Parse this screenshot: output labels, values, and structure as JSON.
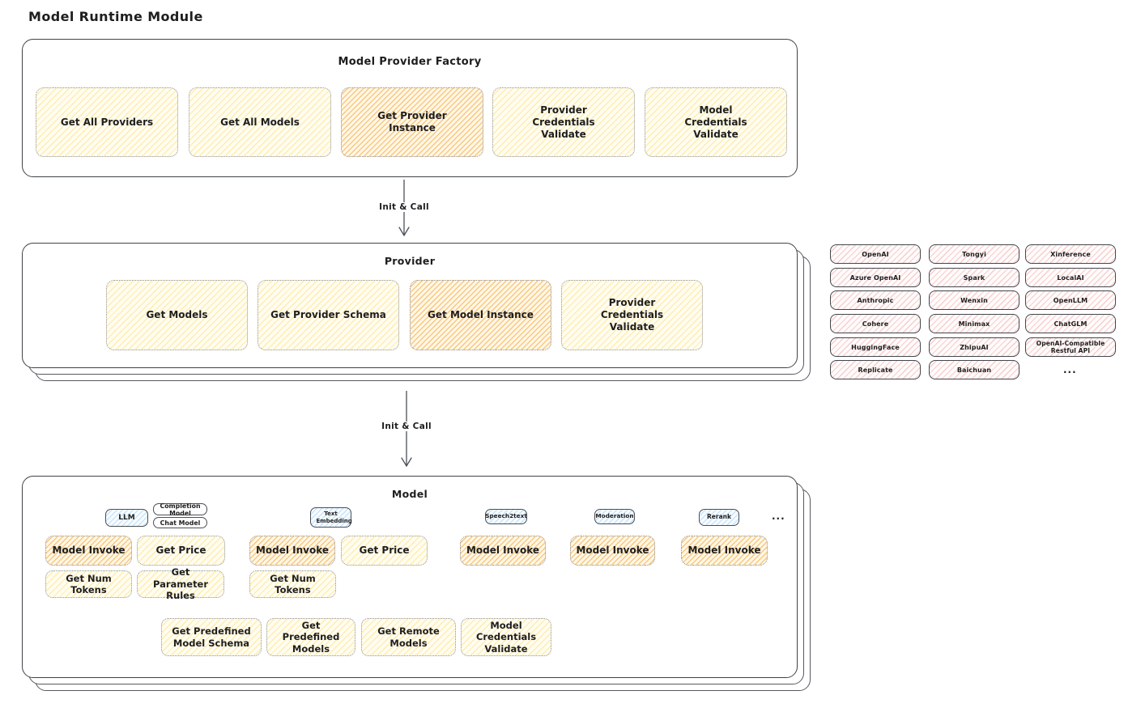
{
  "page_title": "Model Runtime Module",
  "factory": {
    "title": "Model Provider Factory",
    "methods": [
      {
        "label": "Get All Providers",
        "highlight": false
      },
      {
        "label": "Get All Models",
        "highlight": false
      },
      {
        "label": "Get Provider Instance",
        "highlight": true
      },
      {
        "label": "Provider Credentials Validate",
        "highlight": false
      },
      {
        "label": "Model Credentials Validate",
        "highlight": false
      }
    ]
  },
  "flow": {
    "arrow1_label": "Init & Call",
    "arrow2_label": "Init & Call"
  },
  "provider": {
    "title": "Provider",
    "methods": [
      {
        "label": "Get Models",
        "highlight": false
      },
      {
        "label": "Get Provider Schema",
        "highlight": false
      },
      {
        "label": "Get Model Instance",
        "highlight": true
      },
      {
        "label": "Provider Credentials Validate",
        "highlight": false
      }
    ]
  },
  "vendors": {
    "items": [
      "OpenAI",
      "Tongyi",
      "Xinference",
      "Azure OpenAI",
      "Spark",
      "LocalAI",
      "Anthropic",
      "Wenxin",
      "OpenLLM",
      "Cohere",
      "Minimax",
      "ChatGLM",
      "HuggingFace",
      "ZhipuAI",
      "OpenAI-Compatible Restful API",
      "Replicate",
      "Baichuan"
    ],
    "more": "..."
  },
  "model": {
    "title": "Model",
    "more": "...",
    "groups": [
      {
        "type": "LLM",
        "subtype1": "Completion Model",
        "subtype2": "Chat Model",
        "invoke": "Model Invoke",
        "get_price": "Get Price",
        "get_num_tokens": "Get Num Tokens",
        "get_parameter_rules": "Get Parameter Rules"
      },
      {
        "type": "Text Embedding",
        "invoke": "Model Invoke",
        "get_price": "Get Price",
        "get_num_tokens": "Get Num Tokens"
      },
      {
        "type": "Speech2text",
        "invoke": "Model Invoke"
      },
      {
        "type": "Moderation",
        "invoke": "Model Invoke"
      },
      {
        "type": "Rerank",
        "invoke": "Model Invoke"
      }
    ],
    "common_methods": [
      "Get Predefined Model Schema",
      "Get Predefined Models",
      "Get Remote Models",
      "Model Credentials Validate"
    ]
  },
  "colors": {
    "yellow_fill": "#ffec99",
    "orange_highlight": "#ffc078",
    "pink_fill": "#ffc9c9",
    "blue_fill": "#a5d8ff",
    "stroke": "#43474c"
  }
}
